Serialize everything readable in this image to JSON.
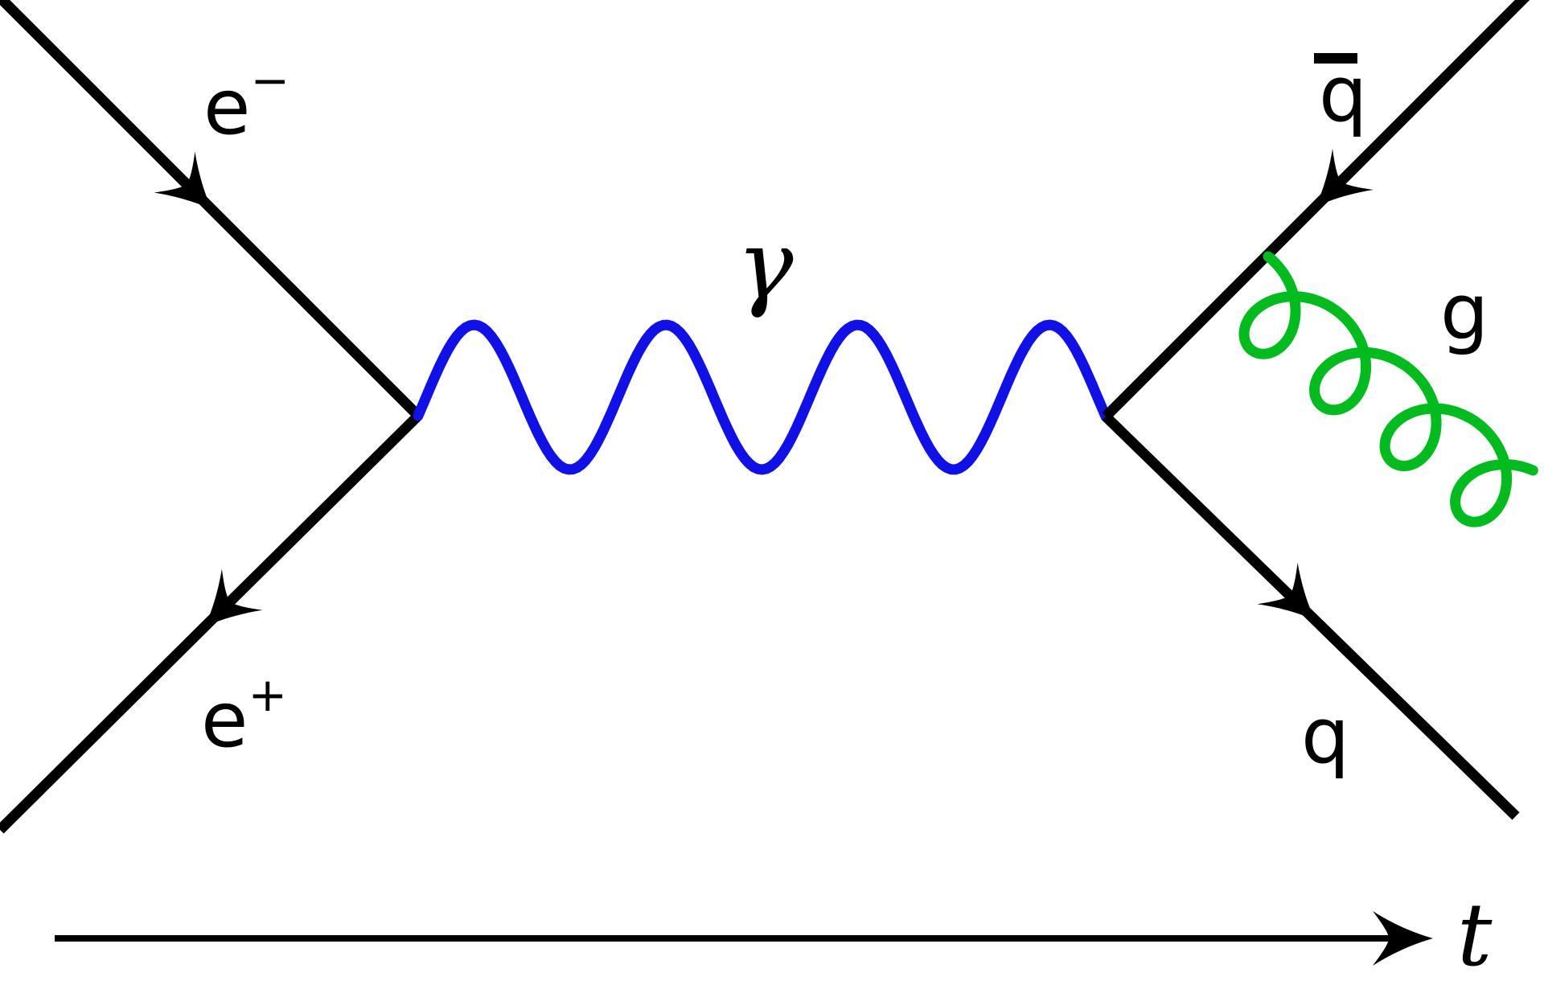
{
  "labels": {
    "electron": {
      "base": "e",
      "sup": "−"
    },
    "positron": {
      "base": "e",
      "sup": "+"
    },
    "photon": {
      "symbol": "γ"
    },
    "antiquark": {
      "base": "q",
      "overbar": true
    },
    "gluon": {
      "symbol": "g"
    },
    "quark": {
      "symbol": "q"
    },
    "time_axis": {
      "symbol": "t"
    }
  },
  "colors": {
    "fermion": "#000000",
    "photon": "#1010e8",
    "gluon": "#00bc1c",
    "label": "#000000",
    "background": "#ffffff"
  }
}
